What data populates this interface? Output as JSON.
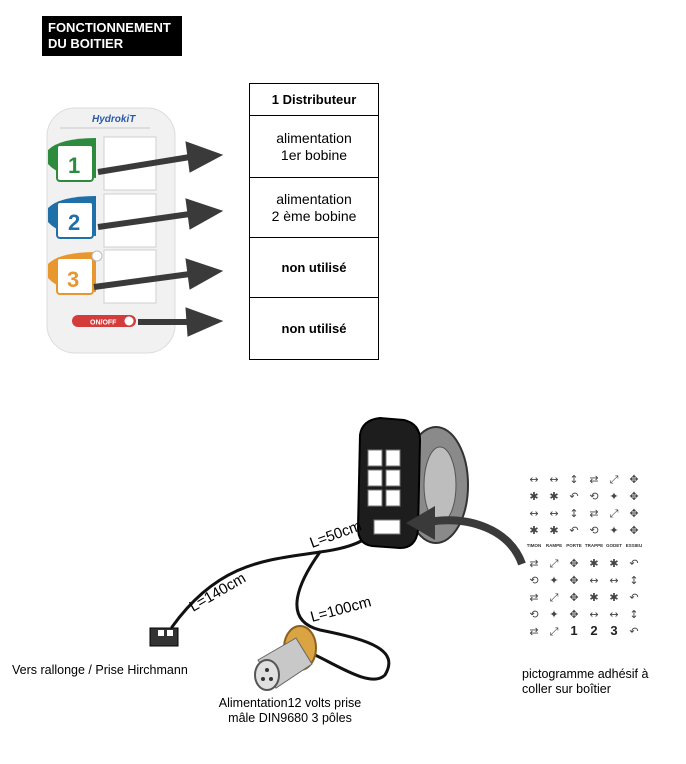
{
  "header": {
    "title_line1": "FONCTIONNEMENT",
    "title_line2": "DU BOITIER"
  },
  "remote": {
    "brand": "HydrokiT",
    "buttons": [
      {
        "number": "1",
        "color": "#2e8b3e"
      },
      {
        "number": "2",
        "color": "#1f6fa8"
      },
      {
        "number": "3",
        "color": "#e8962e"
      }
    ],
    "switch_label": "ON/OFF"
  },
  "table": {
    "rows": [
      {
        "line1": "1 Distributeur",
        "line2": ""
      },
      {
        "line1": "alimentation",
        "line2": "1er bobine"
      },
      {
        "line1": "alimentation",
        "line2": "2 ème bobine"
      },
      {
        "line1": "non utilisé",
        "line2": ""
      },
      {
        "line1": "non utilisé",
        "line2": ""
      }
    ]
  },
  "cables": {
    "c1": "L=140cm",
    "c2": "L=50cm",
    "c3": "L=100cm"
  },
  "labels": {
    "connector": "Vers rallonge / Prise Hirchmann",
    "plug_line1": "Alimentation12 volts prise",
    "plug_line2": "mâle DIN9680 3 pôles",
    "sticker_line1": "pictogramme adhésif à",
    "sticker_line2": "coller sur boîtier"
  },
  "sticker": {
    "row_labels": [
      "TIMON",
      "RAMPE",
      "PORTE",
      "TRAPPE",
      "GODET",
      "ESSIEU"
    ],
    "numbers": [
      "1",
      "2",
      "3"
    ]
  }
}
